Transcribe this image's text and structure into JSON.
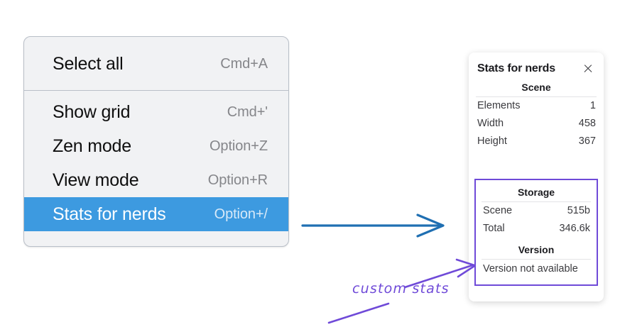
{
  "context_menu": {
    "groups": [
      {
        "items": [
          {
            "label": "Select all",
            "shortcut": "Cmd+A",
            "highlighted": false
          }
        ]
      },
      {
        "items": [
          {
            "label": "Show grid",
            "shortcut": "Cmd+'",
            "highlighted": false
          },
          {
            "label": "Zen mode",
            "shortcut": "Option+Z",
            "highlighted": false
          },
          {
            "label": "View mode",
            "shortcut": "Option+R",
            "highlighted": false
          },
          {
            "label": "Stats for nerds",
            "shortcut": "Option+/",
            "highlighted": true
          }
        ]
      }
    ],
    "highlight_color": "#3d9ae0"
  },
  "stats_panel": {
    "title": "Stats for nerds",
    "close_icon": "close-icon",
    "scene": {
      "heading": "Scene",
      "rows": [
        {
          "label": "Elements",
          "value": "1"
        },
        {
          "label": "Width",
          "value": "458"
        },
        {
          "label": "Height",
          "value": "367"
        }
      ]
    },
    "storage": {
      "heading": "Storage",
      "rows": [
        {
          "label": "Scene",
          "value": "515b"
        },
        {
          "label": "Total",
          "value": "346.6k"
        }
      ]
    },
    "version": {
      "heading": "Version",
      "text": "Version not available"
    },
    "highlight_border_color": "#6f4ad8"
  },
  "annotations": {
    "handwritten_label": "custom stats",
    "blue_arrow_color": "#1f6fb2",
    "purple_color": "#6f4ad8"
  }
}
